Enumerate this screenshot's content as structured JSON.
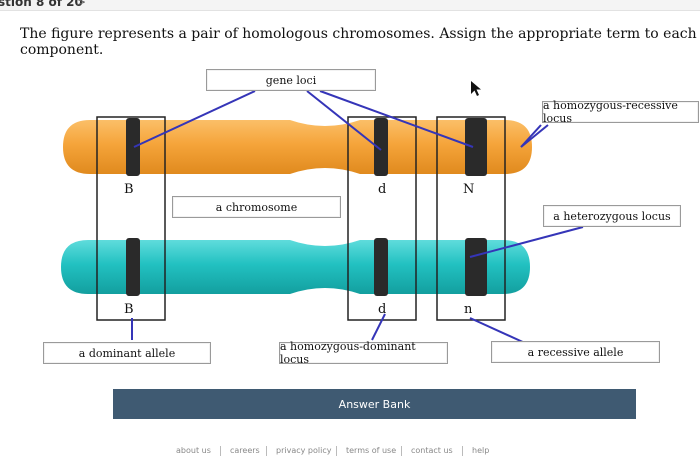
{
  "header": {
    "question_counter": "stion 8 of 20",
    "next_arrow": ">"
  },
  "question": {
    "text": "The figure represents a pair of homologous chromosomes. Assign the appropriate term to each component."
  },
  "labels": {
    "gene_loci": "gene loci",
    "homozygous_recessive_locus": "a homozygous-recessive locus",
    "chromosome": "a chromosome",
    "heterozygous_locus": "a heterozygous locus",
    "dominant_allele": "a dominant allele",
    "homozygous_dominant_locus": "a homozygous-dominant locus",
    "recessive_allele": "a recessive allele"
  },
  "alleles": {
    "top_B": "B",
    "top_d": "d",
    "top_N": "N",
    "bottom_B": "B",
    "bottom_d": "d",
    "bottom_n": "n"
  },
  "colors": {
    "orange": "#f5a43a",
    "teal": "#22c1c1",
    "band": "#2a2a2a",
    "line": "#3535b8",
    "bank": "#3f5a72"
  },
  "answer_bank": {
    "title": "Answer Bank"
  },
  "footer": {
    "links": [
      "about us",
      "careers",
      "privacy policy",
      "terms of use",
      "contact us",
      "help"
    ]
  }
}
